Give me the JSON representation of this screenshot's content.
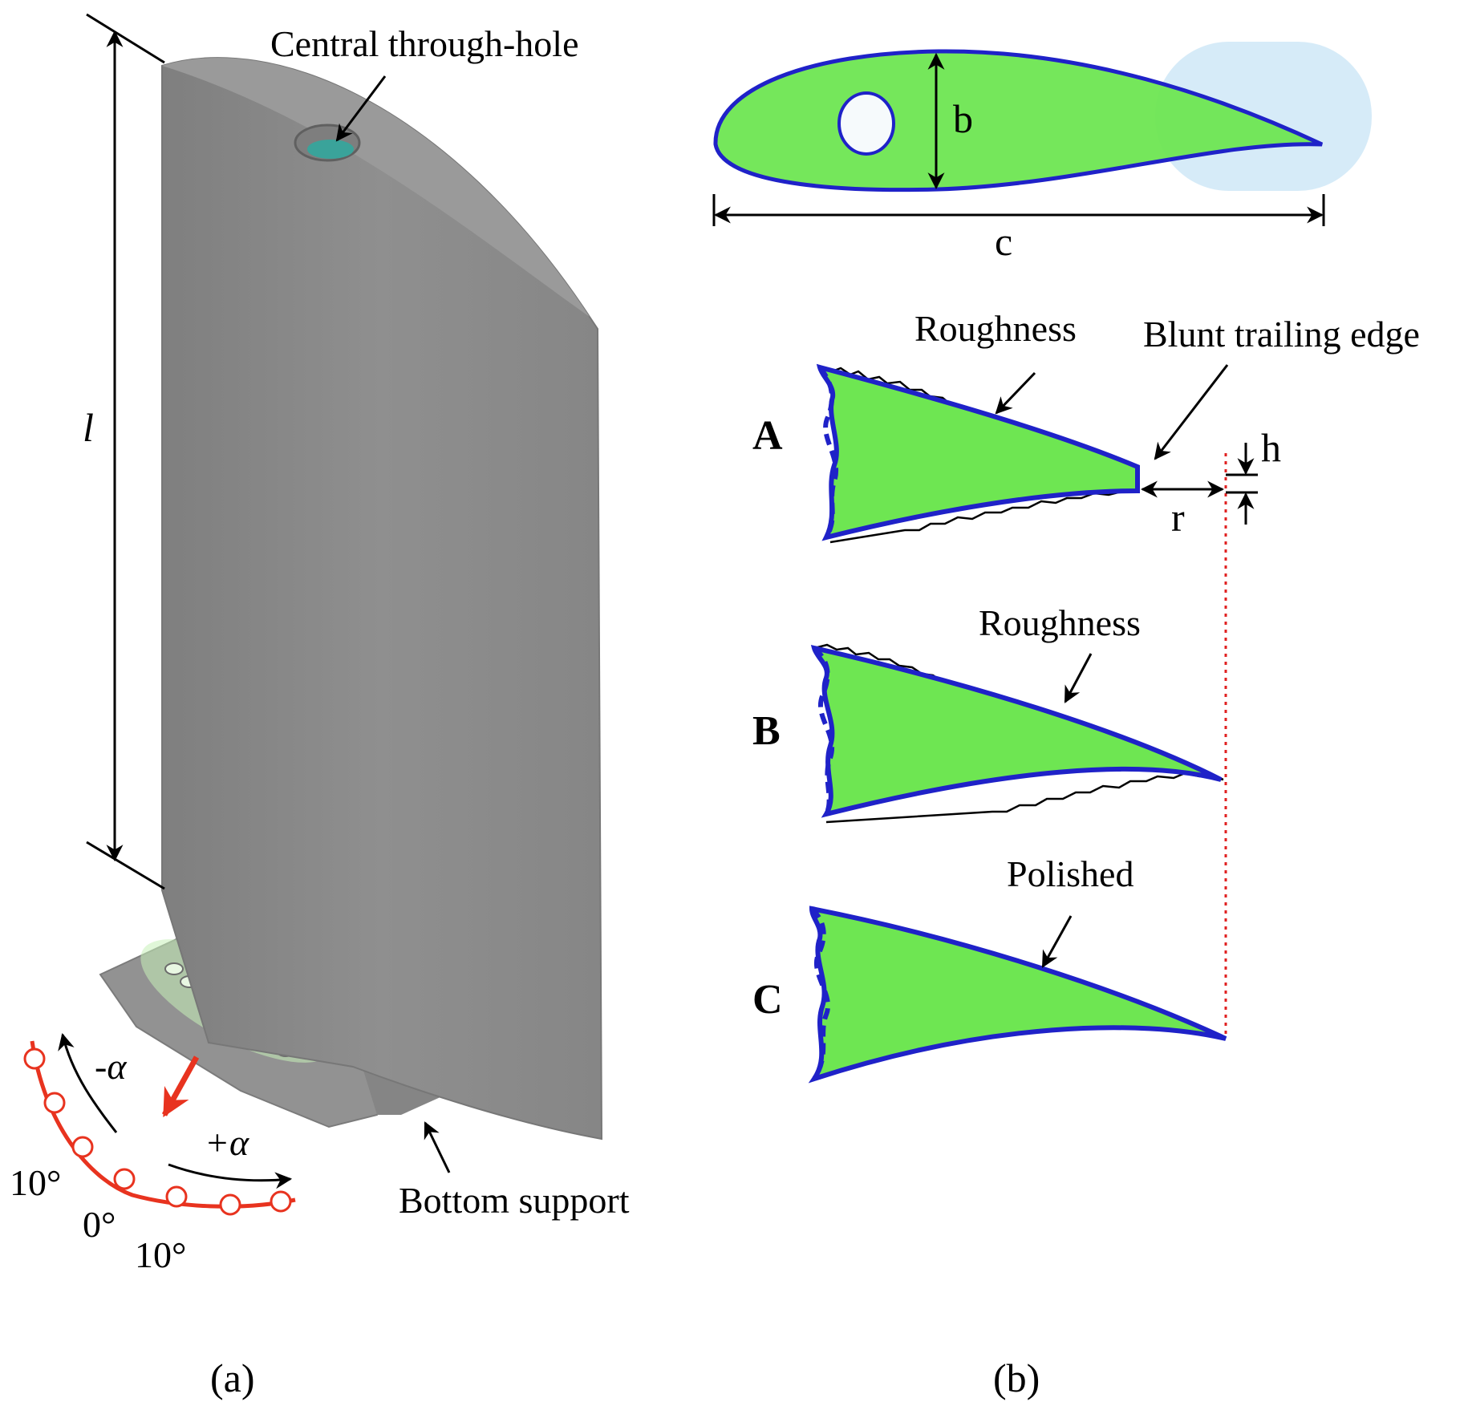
{
  "panel_a": {
    "caption": "(a)",
    "labels": {
      "central_hole": "Central through-hole",
      "length": "l",
      "bottom_support": "Bottom support",
      "neg_alpha": "-α",
      "pos_alpha": "+α",
      "deg_left": "10°",
      "deg_zero": "0°",
      "deg_right": "10°"
    },
    "colors": {
      "body": "#8e8e8e",
      "body_dark": "#7a7a7a",
      "hole": "#3aa39a",
      "arc": "#e8331f",
      "highlight": "#c6f0b8"
    }
  },
  "panel_b": {
    "caption": "(b)",
    "airfoil": {
      "thickness_label": "b",
      "chord_label": "c"
    },
    "annotations": {
      "roughness_a": "Roughness",
      "blunt": "Blunt trailing edge",
      "h": "h",
      "r": "r",
      "roughness_b": "Roughness",
      "polished": "Polished"
    },
    "cases": [
      "A",
      "B",
      "C"
    ],
    "colors": {
      "fill": "#6ee652",
      "outline": "#1f22c8",
      "highlight": "#cfe7f7",
      "dotted": "#e02020"
    }
  }
}
